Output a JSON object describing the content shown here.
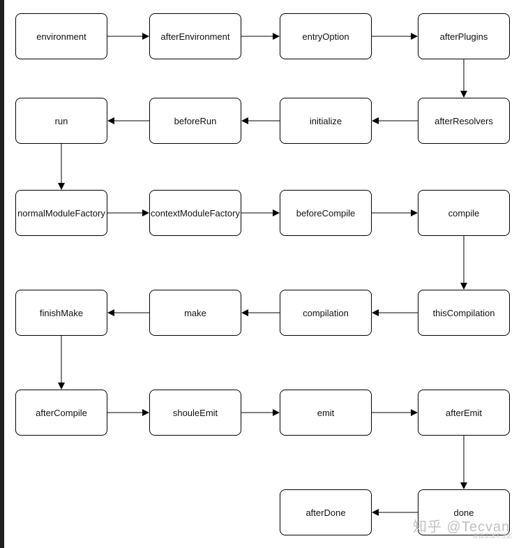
{
  "nodes": {
    "environment": "environment",
    "afterEnvironment": "afterEnvironment",
    "entryOption": "entryOption",
    "afterPlugins": "afterPlugins",
    "run": "run",
    "beforeRun": "beforeRun",
    "initialize": "initialize",
    "afterResolvers": "afterResolvers",
    "normalModuleFactory": "normalModuleFactory",
    "contextModuleFactory": "contextModuleFactory",
    "beforeCompile": "beforeCompile",
    "compile": "compile",
    "finishMake": "finishMake",
    "make": "make",
    "compilation": "compilation",
    "thisCompilation": "thisCompilation",
    "afterCompile": "afterCompile",
    "shouleEmit": "shouleEmit",
    "emit": "emit",
    "afterEmit": "afterEmit",
    "afterDone": "afterDone",
    "done": "done"
  },
  "edges": [
    [
      "environment",
      "afterEnvironment"
    ],
    [
      "afterEnvironment",
      "entryOption"
    ],
    [
      "entryOption",
      "afterPlugins"
    ],
    [
      "afterPlugins",
      "afterResolvers"
    ],
    [
      "afterResolvers",
      "initialize"
    ],
    [
      "initialize",
      "beforeRun"
    ],
    [
      "beforeRun",
      "run"
    ],
    [
      "run",
      "normalModuleFactory"
    ],
    [
      "normalModuleFactory",
      "contextModuleFactory"
    ],
    [
      "contextModuleFactory",
      "beforeCompile"
    ],
    [
      "beforeCompile",
      "compile"
    ],
    [
      "compile",
      "thisCompilation"
    ],
    [
      "thisCompilation",
      "compilation"
    ],
    [
      "compilation",
      "make"
    ],
    [
      "make",
      "finishMake"
    ],
    [
      "finishMake",
      "afterCompile"
    ],
    [
      "afterCompile",
      "shouleEmit"
    ],
    [
      "shouleEmit",
      "emit"
    ],
    [
      "emit",
      "afterEmit"
    ],
    [
      "afterEmit",
      "done"
    ],
    [
      "done",
      "afterDone"
    ]
  ],
  "watermark": {
    "main": "知乎 @Tecvan",
    "sub": "@掘金技术社区"
  }
}
